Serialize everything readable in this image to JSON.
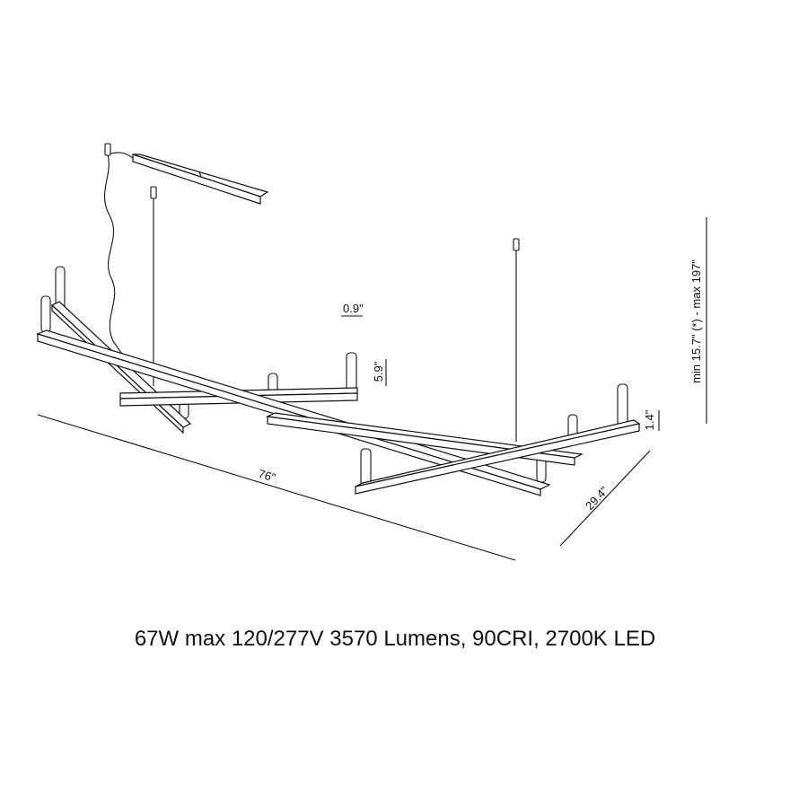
{
  "dimensions": {
    "length": "76\"",
    "depth": "29.4\"",
    "bar_width": "0.9\"",
    "can_height": "5.9\"",
    "bar_height": "1.4\"",
    "suspension": "min 15.7\" (*) - max 197\""
  },
  "spec_line": "67W max 120/277V 3570 Lumens, 90CRI, 2700K LED",
  "colors": {
    "line": "#111111",
    "background": "#ffffff"
  }
}
